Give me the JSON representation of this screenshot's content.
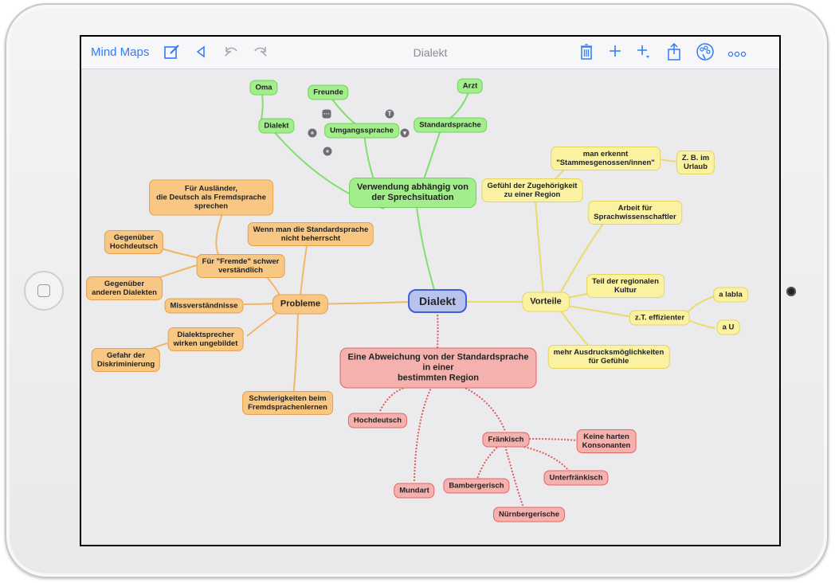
{
  "toolbar": {
    "app_label": "Mind Maps",
    "title": "Dialekt",
    "icons": [
      "edit-icon",
      "back-icon",
      "undo-icon",
      "redo-icon",
      "trash-icon",
      "add-icon",
      "add-child-icon",
      "share-icon",
      "style-icon",
      "more-icon"
    ]
  },
  "colors": {
    "accent": "#2e7cf6",
    "green": "#a3ee8c",
    "orange": "#f7c783",
    "yellow": "#faf1a1",
    "red": "#f4b1ad",
    "center": "#b9c4ee"
  },
  "nodes": {
    "center": "Dialekt",
    "verwendung": "Verwendung abhängig von\nder Sprechsituation",
    "v_dialekt": "Dialekt",
    "v_oma": "Oma",
    "v_umgang": "Umgangssprache",
    "v_freunde": "Freunde",
    "v_standard": "Standardsprache",
    "v_arzt": "Arzt",
    "probleme": "Probleme",
    "p_auslaender": "Für Ausländer,\ndie Deutsch als Fremdsprache\nsprechen",
    "p_hochdeutsch": "Gegenüber\nHochdeutsch",
    "p_anderen": "Gegenüber\nanderen Dialekten",
    "p_fremde": "Für \"Fremde\" schwer\nverständlich",
    "p_wenn": "Wenn man die Standardsprache\nnicht beherrscht",
    "p_miss": "Missverständnisse",
    "p_ungebildet": "Dialektsprecher\nwirken ungebildet",
    "p_gefahr": "Gefahr der\nDiskriminierung",
    "p_schwierig": "Schwierigkeiten beim\nFremdsprachenlernen",
    "vorteile": "Vorteile",
    "y_gefuehl": "Gefühl der Zugehörigkeit\nzu einer Region",
    "y_erkennt": "man erkennt\n\"Stammesgenossen/innen\"",
    "y_zb": "Z. B. im\nUrlaub",
    "y_arbeit": "Arbeit für\nSprachwissenschaftler",
    "y_teil": "Teil der regionalen\nKultur",
    "y_effizient": "z.T. effizienter",
    "y_labla": "a labla",
    "y_au": "a U",
    "y_mehr": "mehr Ausdrucksmöglichkeiten\nfür Gefühle",
    "abweichung": "Eine Abweichung von der Standardsprache\nin einer\nbestimmten Region",
    "r_hochdeutsch": "Hochdeutsch",
    "r_mundart": "Mundart",
    "r_fraenkisch": "Fränkisch",
    "r_keine": "Keine harten\nKonsonanten",
    "r_bamberg": "Bambergerisch",
    "r_unter": "Unterfränkisch",
    "r_nuernberg": "Nürnbergerische"
  },
  "controls": {
    "more": "···",
    "add": "+",
    "text": "T",
    "collapse": "▾",
    "extra": "+"
  }
}
